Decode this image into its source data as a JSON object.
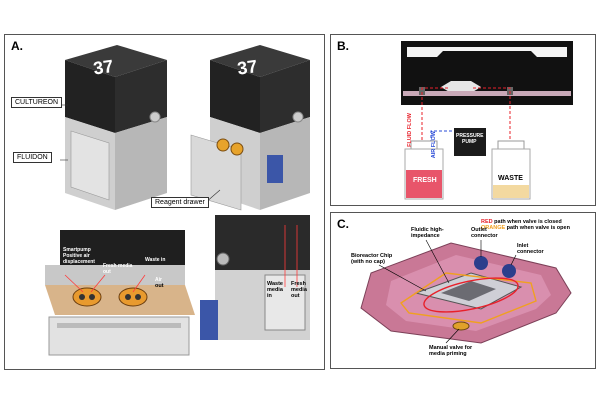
{
  "panel_a": {
    "label": "A.",
    "device_number": "37",
    "callouts": {
      "cultureon": "CULTUREON",
      "fluidon": "FLUIDON",
      "reagent_drawer": "Reagent drawer"
    },
    "drawer_labels": {
      "smartpump": "Smartpump",
      "positive_air": "Positive air",
      "displacement": "displacement",
      "fresh_media_out_1": "Fresh media",
      "fresh_media_out_2": "out",
      "waste_in": "Waste in",
      "air_1": "Air",
      "air_2": "out"
    },
    "side_labels": {
      "waste_media_in_1": "Waste",
      "waste_media_in_2": "media",
      "waste_media_in_3": "in",
      "fresh_media_out_1": "Fresh",
      "fresh_media_out_2": "media",
      "fresh_media_out_3": "out"
    }
  },
  "panel_b": {
    "label": "B.",
    "fluid_flow": "FLUID FLOW",
    "air_flow": "AIR FLOW",
    "pressure_pump_1": "PRESSURE",
    "pressure_pump_2": "PUMP",
    "fresh": "FRESH",
    "waste": "WASTE"
  },
  "panel_c": {
    "label": "C.",
    "legend_red_key": "RED",
    "legend_red_text": "path when valve is closed",
    "legend_orange_key": "ORANGE",
    "legend_orange_text": "path when valve is open",
    "fluidic_1": "Fluidic high-",
    "fluidic_2": "impedance",
    "outlet_1": "Outlet",
    "outlet_2": "connector",
    "inlet_1": "Inlet",
    "inlet_2": "connector",
    "chip_1": "Bioreactor Chip",
    "chip_2": "(with no cap)",
    "valve_1": "Manual valve for",
    "valve_2": "media priming"
  },
  "colors": {
    "red_path": "#e8202a",
    "orange_path": "#f0a020",
    "fresh_fill": "#e8556a",
    "waste_fill": "#f3d9a0",
    "device_dark": "#2a2a2a",
    "device_light": "#d0d0d0",
    "tray_pink": "#c97896"
  }
}
